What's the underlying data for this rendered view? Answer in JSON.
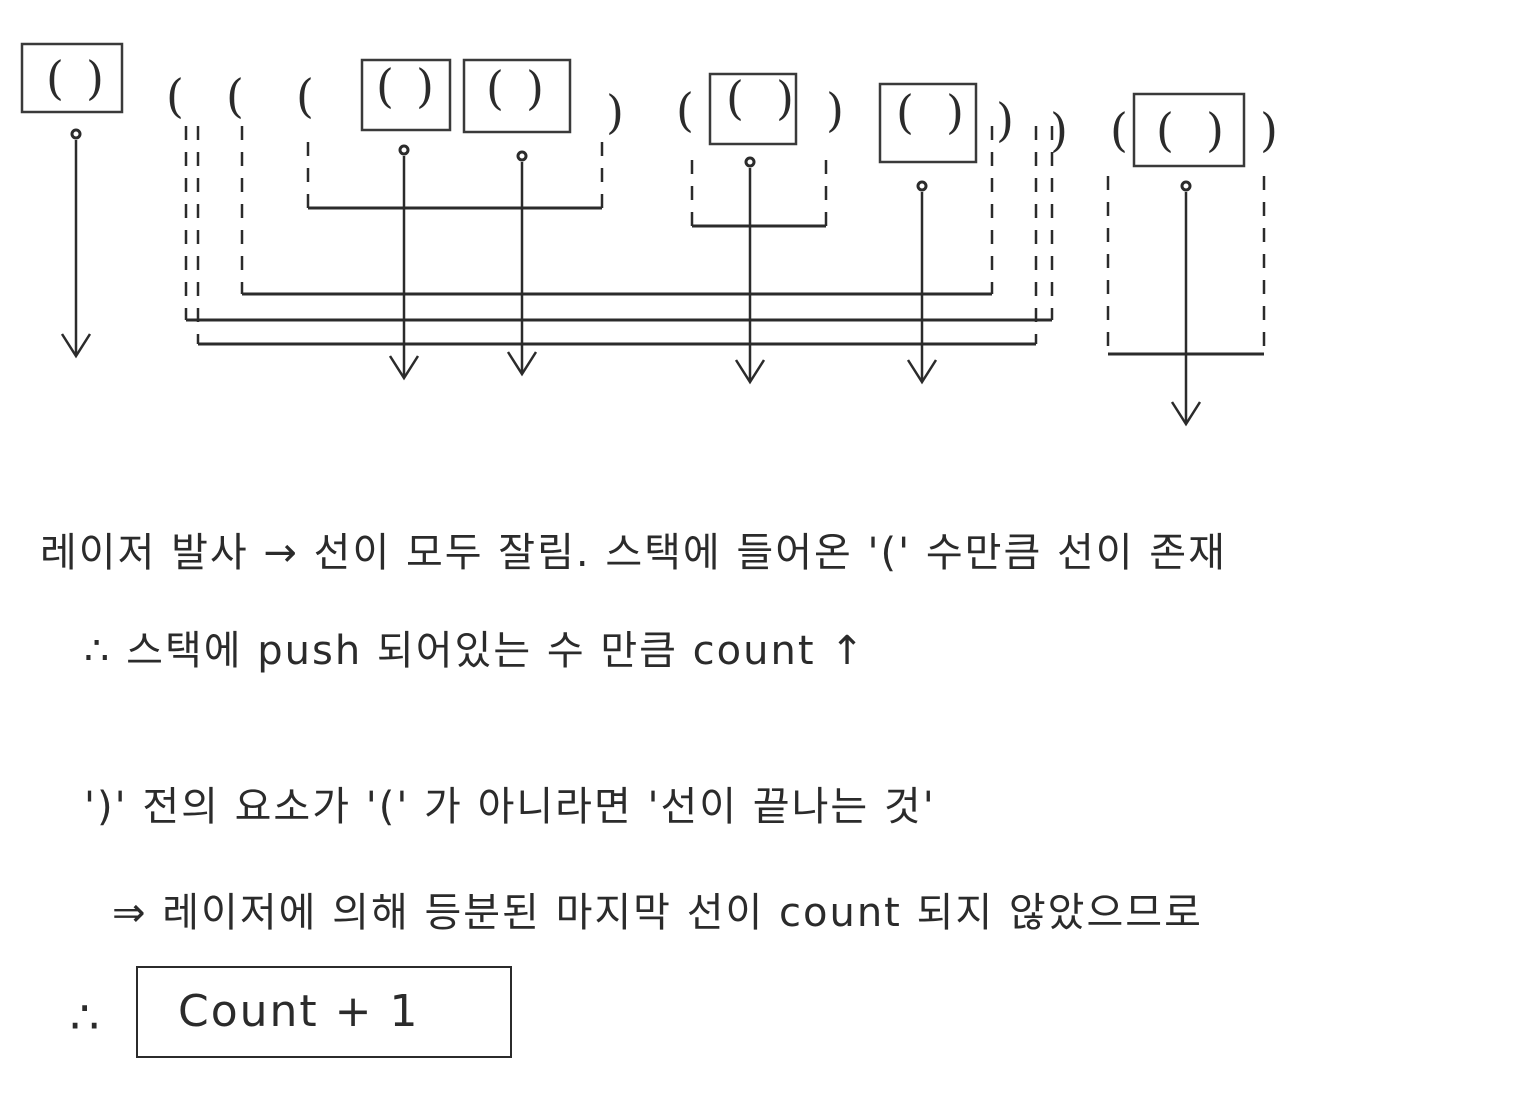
{
  "parentheses": [
    {
      "ch": "(",
      "laser": 0
    },
    {
      "ch": ")",
      "laser": 0
    },
    {
      "ch": "("
    },
    {
      "ch": "("
    },
    {
      "ch": "("
    },
    {
      "ch": "(",
      "laser": 1
    },
    {
      "ch": ")",
      "laser": 1
    },
    {
      "ch": "(",
      "laser": 2
    },
    {
      "ch": ")",
      "laser": 2
    },
    {
      "ch": ")"
    },
    {
      "ch": "("
    },
    {
      "ch": "(",
      "laser": 3
    },
    {
      "ch": ")",
      "laser": 3
    },
    {
      "ch": ")"
    },
    {
      "ch": "(",
      "laser": 4
    },
    {
      "ch": ")",
      "laser": 4
    },
    {
      "ch": ")"
    },
    {
      "ch": ")"
    },
    {
      "ch": "("
    },
    {
      "ch": "(",
      "laser": 5
    },
    {
      "ch": ")",
      "laser": 5
    },
    {
      "ch": ")"
    }
  ],
  "notes": {
    "line1": "레이저 발사 → 선이 모두 잘림. 스택에 들어온 '(' 수만큼 선이 존재",
    "line2": "∴ 스택에 push 되어있는 수 만큼 count ↑",
    "line3": "')' 전의 요소가 '(' 가 아니라면 '선이 끝나는 것'",
    "line4": "⇒ 레이저에 의해 등분된 마지막 선이 count 되지 않았으므로",
    "therefore": "∴",
    "result": "Count + 1"
  },
  "colors": {
    "ink": "#2b2b2b",
    "paper": "#ffffff"
  }
}
